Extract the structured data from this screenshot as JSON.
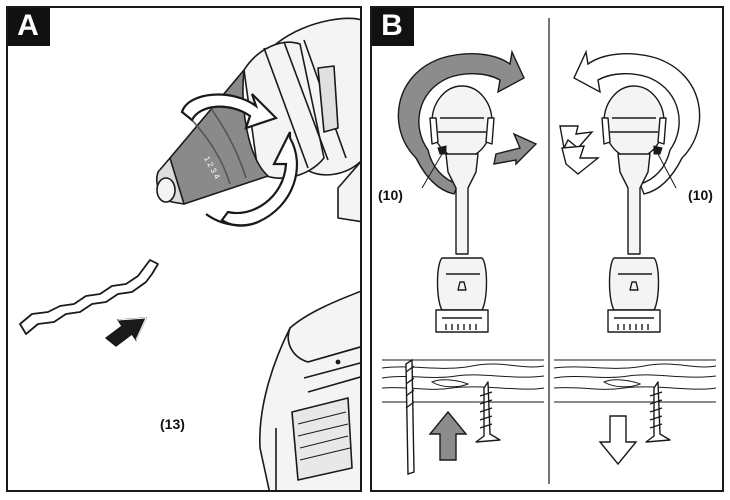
{
  "panels": {
    "a": {
      "label": "A",
      "callout": "(13)"
    },
    "b": {
      "label": "B",
      "callouts": {
        "left": "(10)",
        "right": "(10)"
      }
    }
  },
  "colors": {
    "outline": "#1a1a1a",
    "tool_body": "#f4f4f4",
    "chuck_dark": "#8a8a8a",
    "arrow_gray": "#8c8c8c",
    "arrow_light": "#ffffff"
  },
  "icons": {
    "panel_a": [
      "drill-chuck-icon",
      "rotation-arrow-icon",
      "drill-bit-icon",
      "insert-arrow-icon",
      "battery-pack-icon"
    ],
    "panel_b": [
      "drill-body-icon",
      "clockwise-rotation-icon",
      "counterclockwise-rotation-icon",
      "direction-switch-icon",
      "wood-board-icon",
      "screw-icon",
      "up-arrow-icon",
      "down-arrow-icon"
    ]
  }
}
